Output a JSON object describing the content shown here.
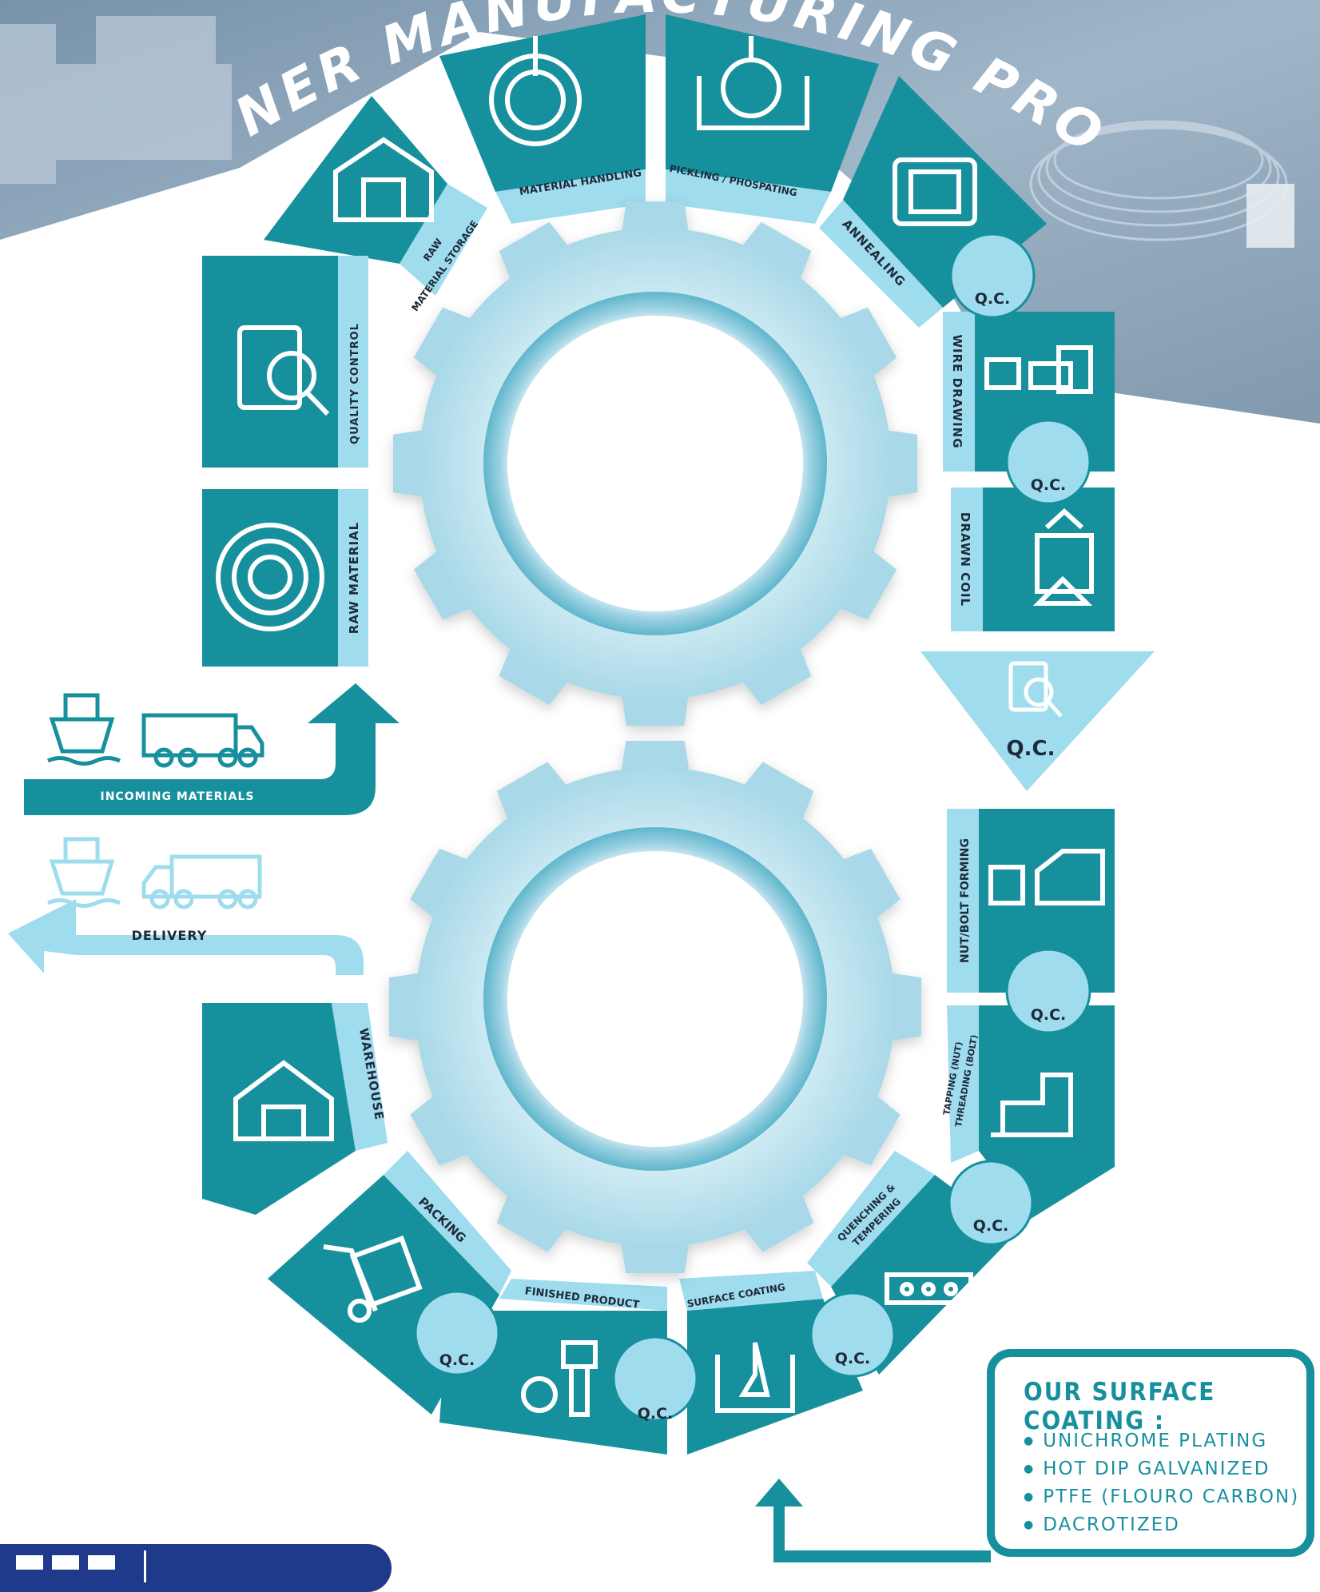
{
  "header": {
    "title": "FASTENER MANUFACTURING PROCESS"
  },
  "flow": {
    "incoming_label": "INCOMING MATERIALS",
    "delivery_label": "DELIVERY"
  },
  "stages": {
    "raw_material": "RAW MATERIAL",
    "quality_control": "QUALITY CONTROL",
    "raw_material_storage_line1": "RAW",
    "raw_material_storage_line2": "MATERIAL STORAGE",
    "material_handling": "MATERIAL HANDLING",
    "pickling": "PICKLING / PHOSPATING",
    "annealing": "ANNEALING",
    "wire_drawing": "WIRE DRAWING",
    "drawn_coil": "DRAWN COIL",
    "nut_bolt_forming": "NUT/BOLT FORMING",
    "tapping_line1": "TAPPING (NUT)",
    "tapping_line2": "THREADING (BOLT)",
    "quenching_line1": "QUENCHING &",
    "quenching_line2": "TEMPERING",
    "surface_coating": "SURFACE COATING",
    "finished_product": "FINISHED PRODUCT",
    "packing": "PACKING",
    "warehouse": "WAREHOUSE"
  },
  "qc_label": "Q.C.",
  "coating": {
    "title": "OUR SURFACE COATING :",
    "items": [
      "UNICHROME PLATING",
      "HOT DIP GALVANIZED",
      "PTFE (FLOURO CARBON)",
      "DACROTIZED"
    ]
  },
  "colors": {
    "teal": "#17909e",
    "light_blue": "#9fdcee",
    "gear": "#a9d9e8",
    "gear_inner": "#cdebf5",
    "navy": "#1f3a8a"
  }
}
